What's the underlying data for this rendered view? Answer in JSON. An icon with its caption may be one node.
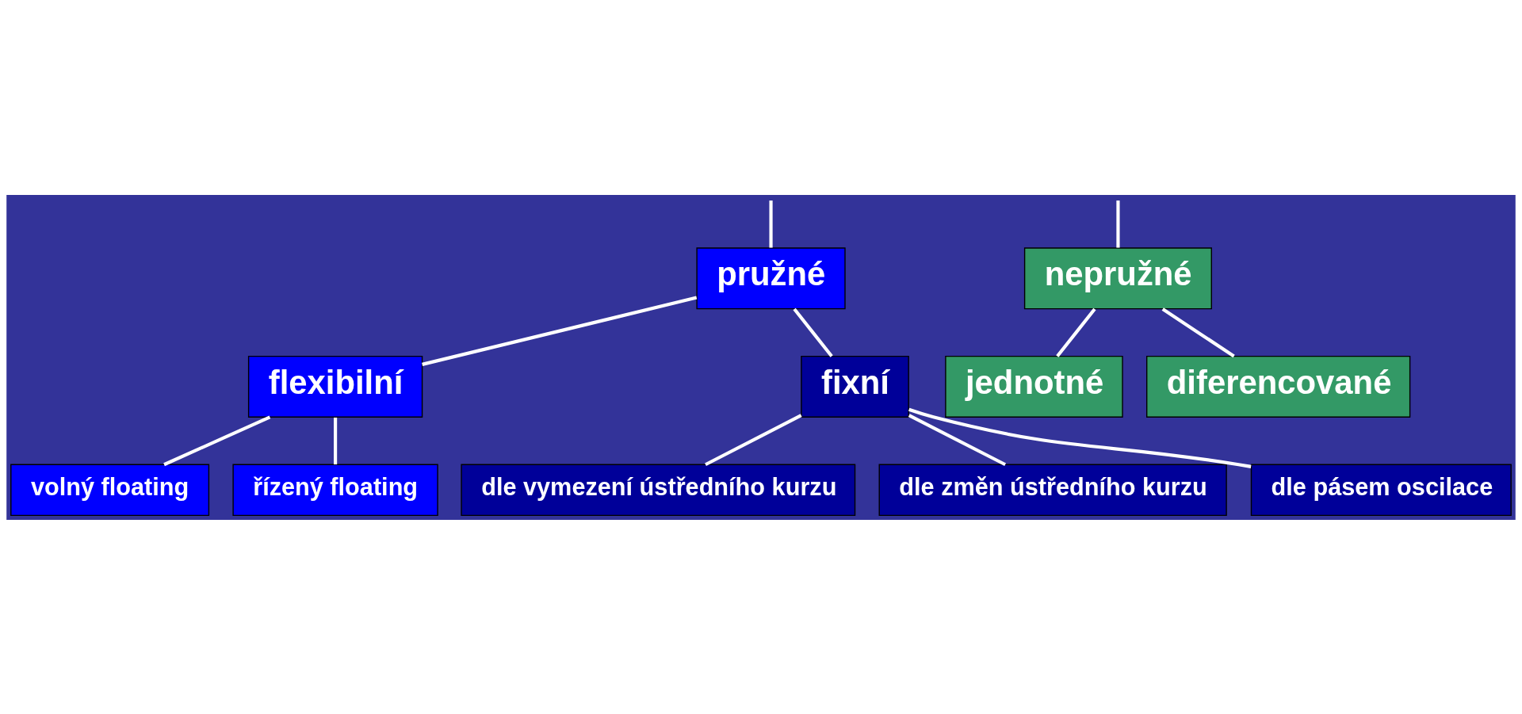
{
  "diagram": {
    "nodes": [
      {
        "text": [
          "pružné"
        ]
      },
      {
        "text": [
          "nepružné"
        ]
      },
      {
        "text": [
          "flexibilní"
        ]
      },
      {
        "text": [
          "fixní"
        ]
      },
      {
        "text": [
          "jednotné"
        ]
      },
      {
        "text": [
          "diferencované"
        ]
      },
      {
        "text": [
          "volný floating"
        ]
      },
      {
        "text": [
          "řízený floating"
        ]
      },
      {
        "text": [
          "dle vymezení ústředního kurzu"
        ]
      },
      {
        "text": [
          "dle změn ústředního kurzu"
        ]
      },
      {
        "text": [
          "dle pásem oscilace"
        ]
      }
    ],
    "edges": [
      {
        "from": null,
        "to": 0,
        "arrow": "none"
      },
      {
        "from": null,
        "to": 1,
        "arrow": "none"
      },
      {
        "from": 0,
        "to": 2,
        "arrow": "none"
      },
      {
        "from": 0,
        "to": 3,
        "arrow": "none"
      },
      {
        "from": 1,
        "to": 4,
        "arrow": "none"
      },
      {
        "from": 1,
        "to": 5,
        "arrow": "none"
      },
      {
        "from": 2,
        "to": 6,
        "arrow": "none"
      },
      {
        "from": 2,
        "to": 7,
        "arrow": "none"
      },
      {
        "from": 3,
        "to": 8,
        "arrow": "none"
      },
      {
        "from": 3,
        "to": 9,
        "arrow": "none"
      },
      {
        "from": 3,
        "to": 10,
        "arrow": "none"
      }
    ]
  }
}
